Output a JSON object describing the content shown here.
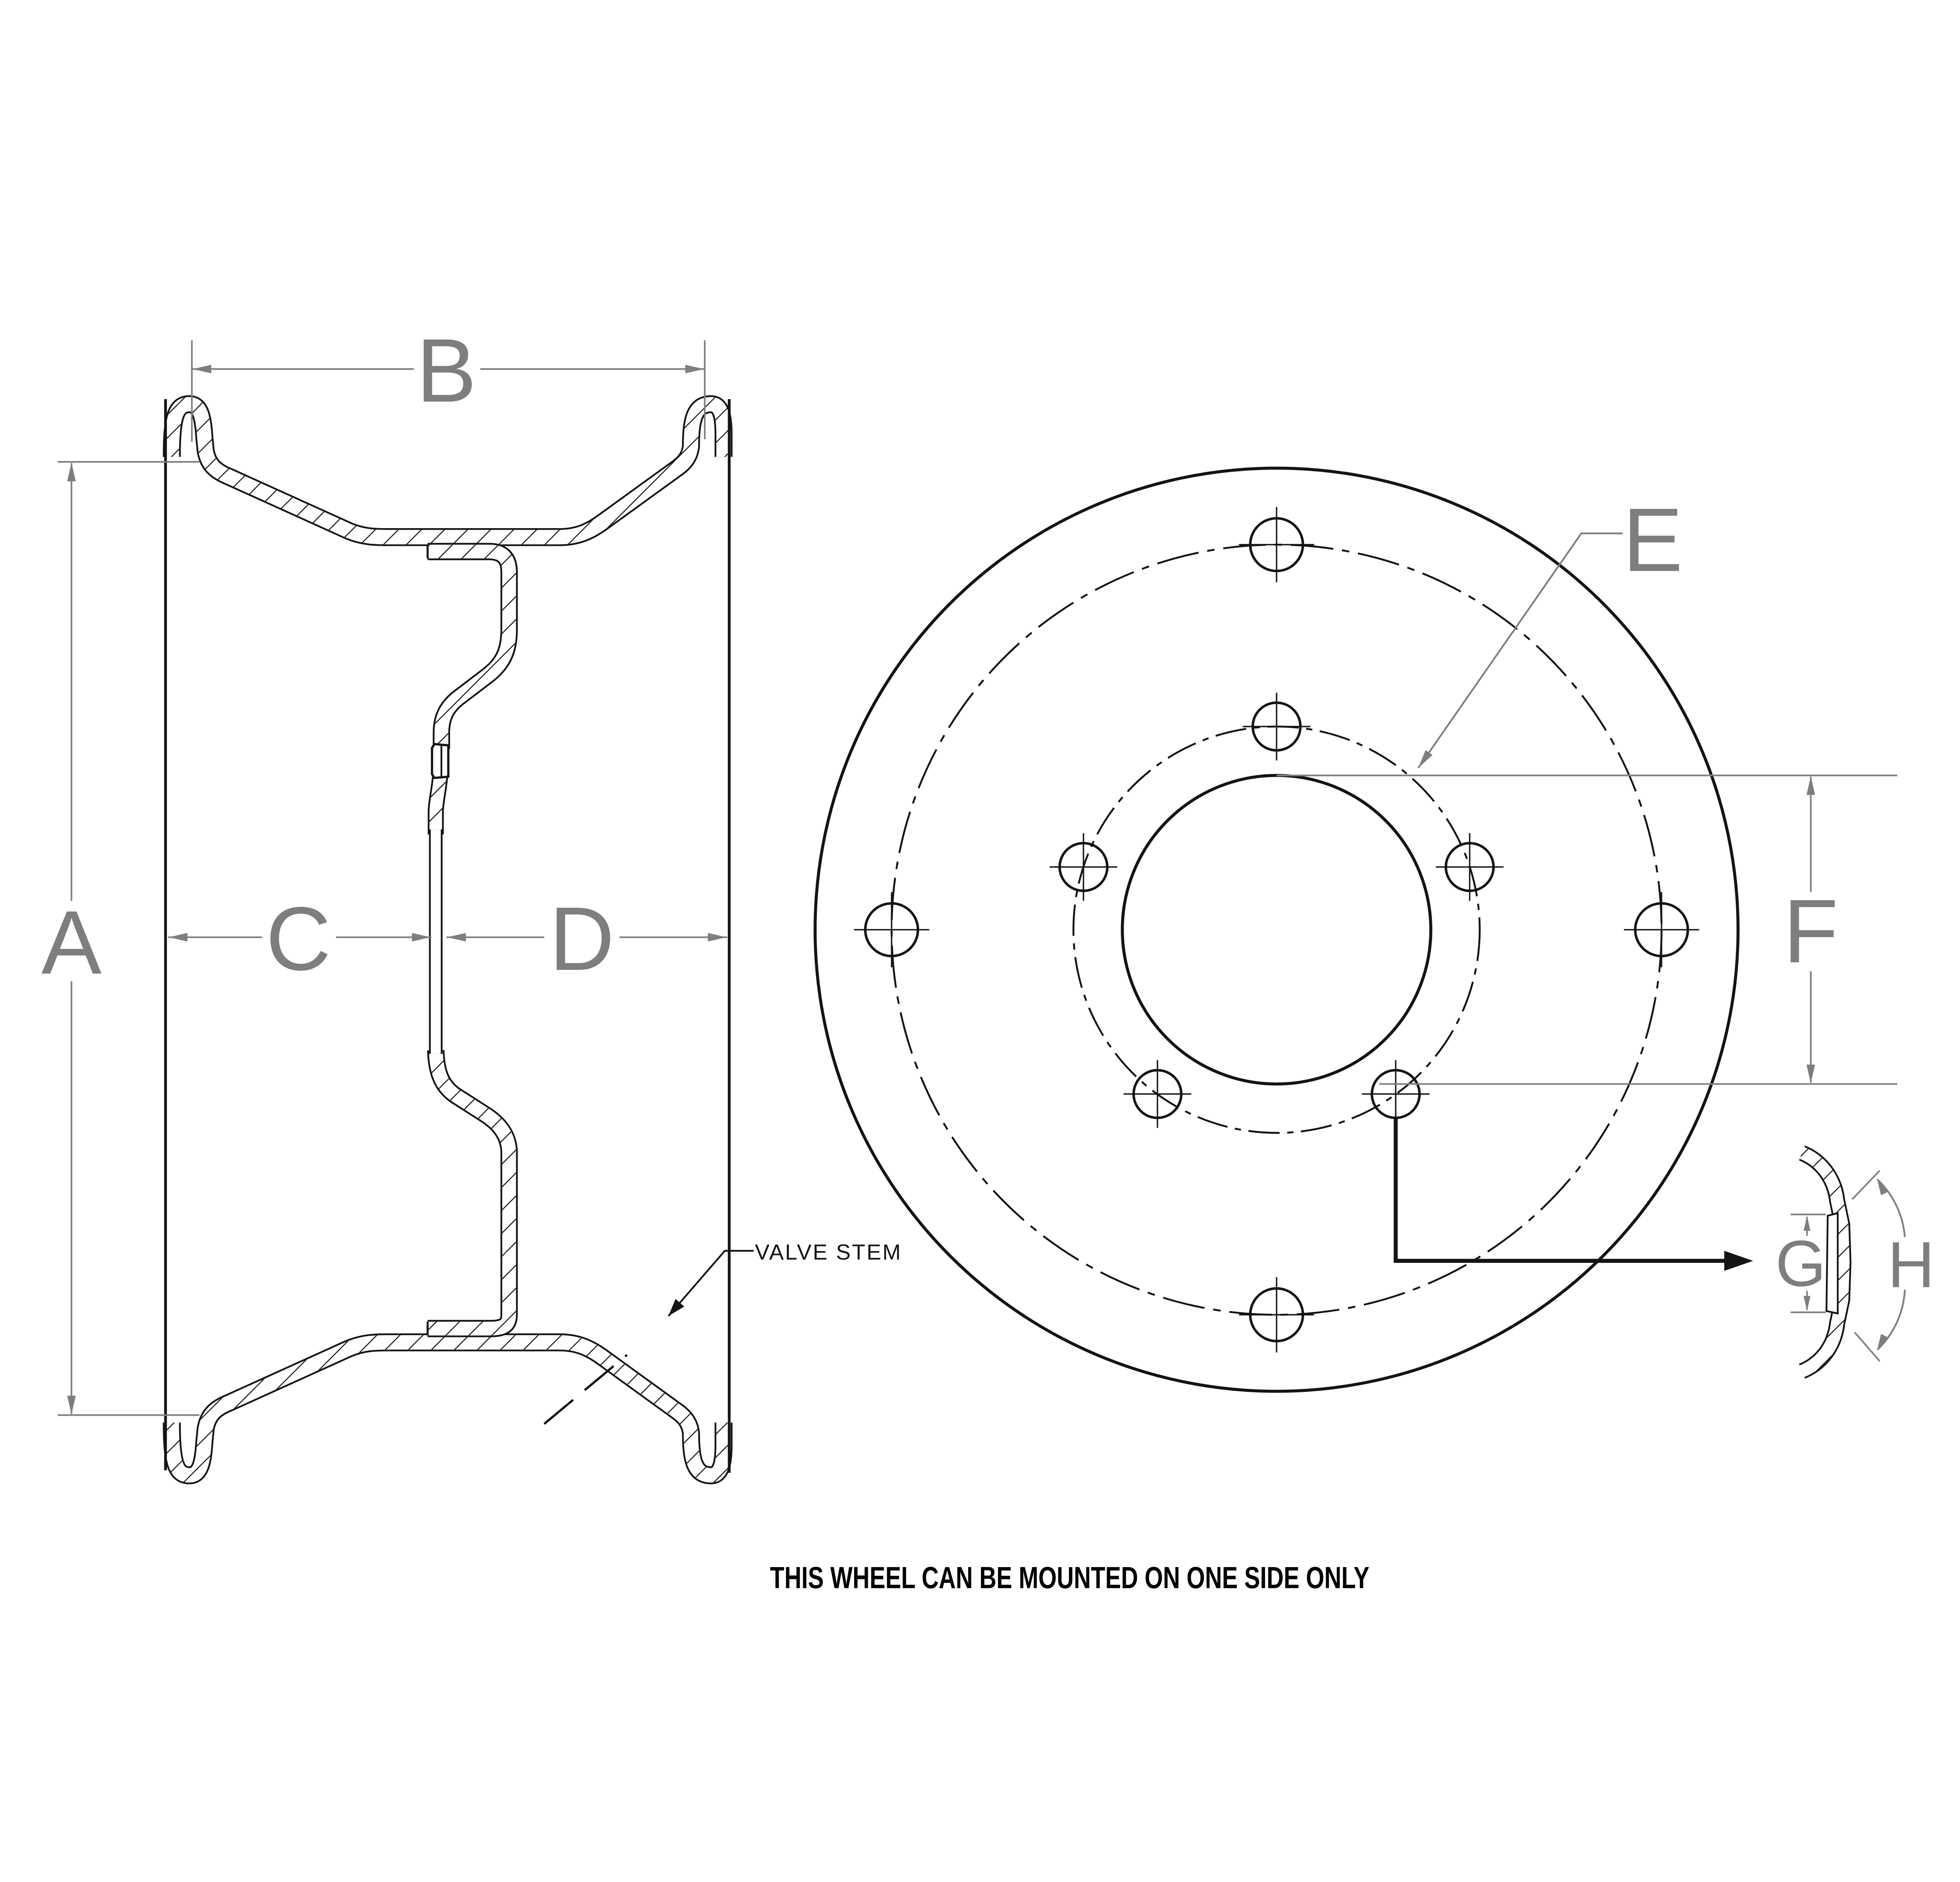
{
  "drawing": {
    "type": "wheel engineering drawing",
    "views": {
      "section_view": "wheel rim cross-section",
      "front_view": "wheel face with bolt holes",
      "detail_view": "bolt hole seat section"
    },
    "dims": {
      "a": "A",
      "b": "B",
      "c": "C",
      "d": "D",
      "e": "E",
      "f": "F",
      "g": "G",
      "h": "H"
    },
    "callouts": {
      "valve_stem": "VALVE STEM"
    },
    "footer": {
      "note": "THIS WHEEL CAN BE MOUNTED ON ONE SIDE ONLY"
    },
    "colors": {
      "ink": "#141414",
      "dimension_gray": "#7e7e7e",
      "background": "#ffffff"
    },
    "front_view_features": {
      "hand_holes": 4,
      "bolt_holes": 5,
      "circles": [
        "outer rim",
        "hand hole ring (dash-dot)",
        "bolt circle (dash-dot)",
        "center bore"
      ]
    }
  }
}
